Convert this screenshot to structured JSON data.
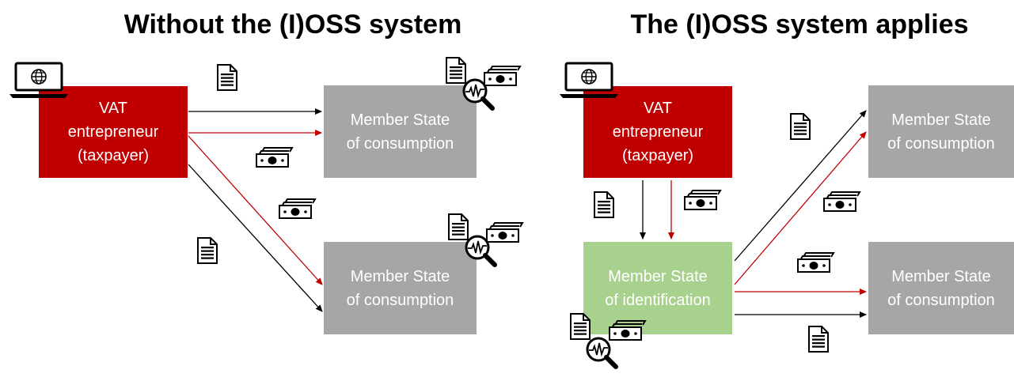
{
  "left_panel": {
    "title": "Without the (I)OSS system",
    "taxpayer": {
      "line1": "VAT",
      "line2": "entrepreneur",
      "line3": "(taxpayer)"
    },
    "state_top": {
      "line1": "Member State",
      "line2": "of consumption"
    },
    "state_bottom": {
      "line1": "Member State",
      "line2": "of consumption"
    }
  },
  "right_panel": {
    "title": "The (I)OSS system applies",
    "taxpayer": {
      "line1": "VAT",
      "line2": "entrepreneur",
      "line3": "(taxpayer)"
    },
    "identification": {
      "line1": "Member State",
      "line2": "of identification"
    },
    "state_top": {
      "line1": "Member State",
      "line2": "of consumption"
    },
    "state_bottom": {
      "line1": "Member State",
      "line2": "of consumption"
    }
  },
  "colors": {
    "taxpayer": "#c00000",
    "member_state": "#a6a6a6",
    "identification": "#a9d18e",
    "document_arrow": "#000000",
    "payment_arrow": "#c00000"
  },
  "icons": [
    "laptop-globe-icon",
    "document-icon",
    "banknote-icon",
    "magnifier-inspection-icon"
  ]
}
